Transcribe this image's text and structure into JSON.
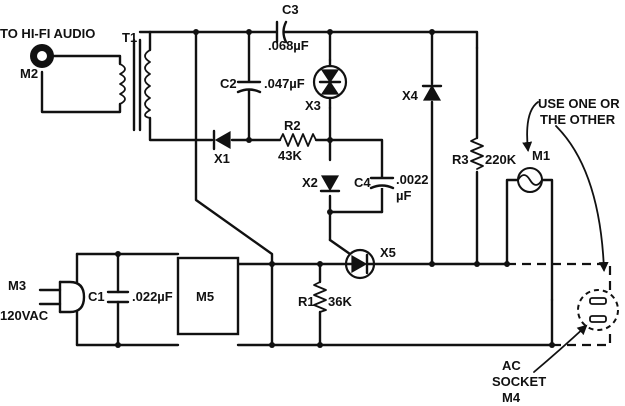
{
  "labels": {
    "to_hifi": "TO HI-FI AUDIO",
    "m2": "M2",
    "t1": "T1",
    "c3": "C3",
    "c3_value": ".068µF",
    "c2": "C2",
    "c2_value": ".047µF",
    "x3": "X3",
    "x4": "X4",
    "use_one_line1": "USE ONE OR",
    "use_one_line2": "THE OTHER",
    "r2": "R2",
    "r2_value": "43K",
    "x1": "X1",
    "r3": "R3",
    "r3_value": "220K",
    "m1": "M1",
    "x2": "X2",
    "c4": "C4",
    "c4_value_line1": ".0022",
    "c4_value_line2": "µF",
    "x5": "X5",
    "m3": "M3",
    "vac": "120VAC",
    "c1": "C1",
    "c1_value": ".022µF",
    "m5": "M5",
    "r1": "R1",
    "r1_value": "36K",
    "ac_line1": "AC",
    "ac_line2": "SOCKET",
    "ac_line3": "M4"
  }
}
